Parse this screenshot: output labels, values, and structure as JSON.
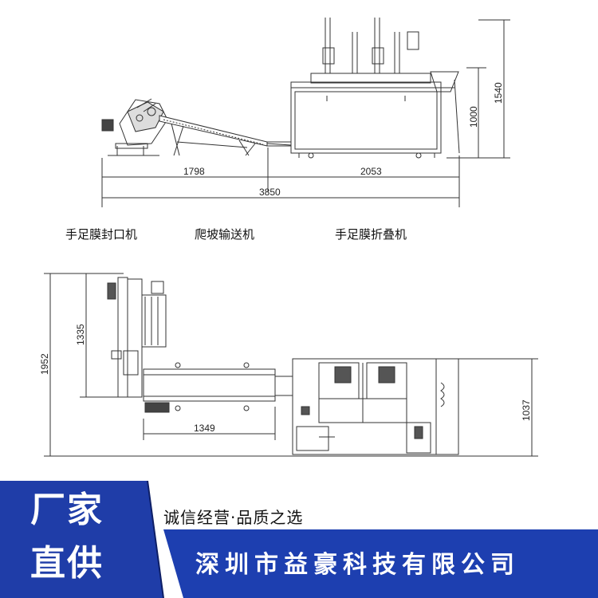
{
  "dimensions": {
    "conveyor_len": "1798",
    "folder_len": "2053",
    "total_len": "3850",
    "folder_height": "1000",
    "total_height": "1540",
    "plan_width": "1952",
    "sealer_depth": "1335",
    "folder_depth": "1037",
    "conveyor_plan_len": "1349"
  },
  "labels": {
    "sealing_machine": "手足膜封口机",
    "climbing_conveyor": "爬坡输送机",
    "folding_machine": "手足膜折叠机"
  },
  "banner": {
    "badge_line1": "厂家",
    "badge_line2": "直供",
    "slogan": "诚信经营·品质之选",
    "company": "深圳市益豪科技有限公司"
  },
  "colors": {
    "banner_blue": "#1D3FB0",
    "badge_blue": "#1F3DA8",
    "line": "#333333"
  }
}
